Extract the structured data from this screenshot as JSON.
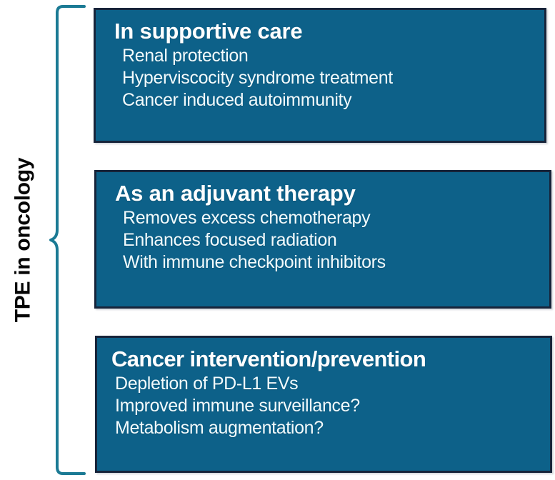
{
  "figure": {
    "axis_label": "TPE in oncology",
    "brace_color": "#1b7a94",
    "box_fill": "#0d6189",
    "box_border": "#17243a",
    "text_color": "#ffffff"
  },
  "boxes": [
    {
      "title": "In supportive care",
      "lines": [
        "Renal protection",
        "Hyperviscocity syndrome treatment",
        "Cancer induced autoimmunity"
      ]
    },
    {
      "title": "As an adjuvant therapy",
      "lines": [
        "Removes excess chemotherapy",
        "Enhances focused radiation",
        "With immune checkpoint inhibitors"
      ]
    },
    {
      "title": "Cancer intervention/prevention",
      "lines": [
        "Depletion of PD-L1 EVs",
        "Improved immune surveillance?",
        "Metabolism augmentation?"
      ]
    }
  ]
}
